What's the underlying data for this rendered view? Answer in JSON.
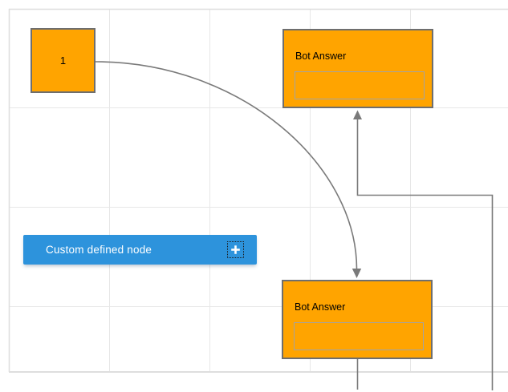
{
  "theme": {
    "canvas_bg": "#ffffff",
    "grid_line": "#e7e7e7",
    "canvas_border": "#dedede",
    "node_fill": "#ffa400",
    "node_border": "#6e6e6e",
    "node_text": "#000000",
    "input_border": "#a3a3a3",
    "connector": "#7a7a7a",
    "custom_node_fill": "#2d93dc",
    "custom_node_text": "#ffffff"
  },
  "diagram": {
    "nodes": {
      "start": {
        "label": "1"
      },
      "bot_answer_top": {
        "title": "Bot Answer",
        "input_value": ""
      },
      "bot_answer_bottom": {
        "title": "Bot Answer",
        "input_value": ""
      },
      "custom": {
        "label": "Custom defined node",
        "icon": "plus-icon"
      }
    }
  }
}
